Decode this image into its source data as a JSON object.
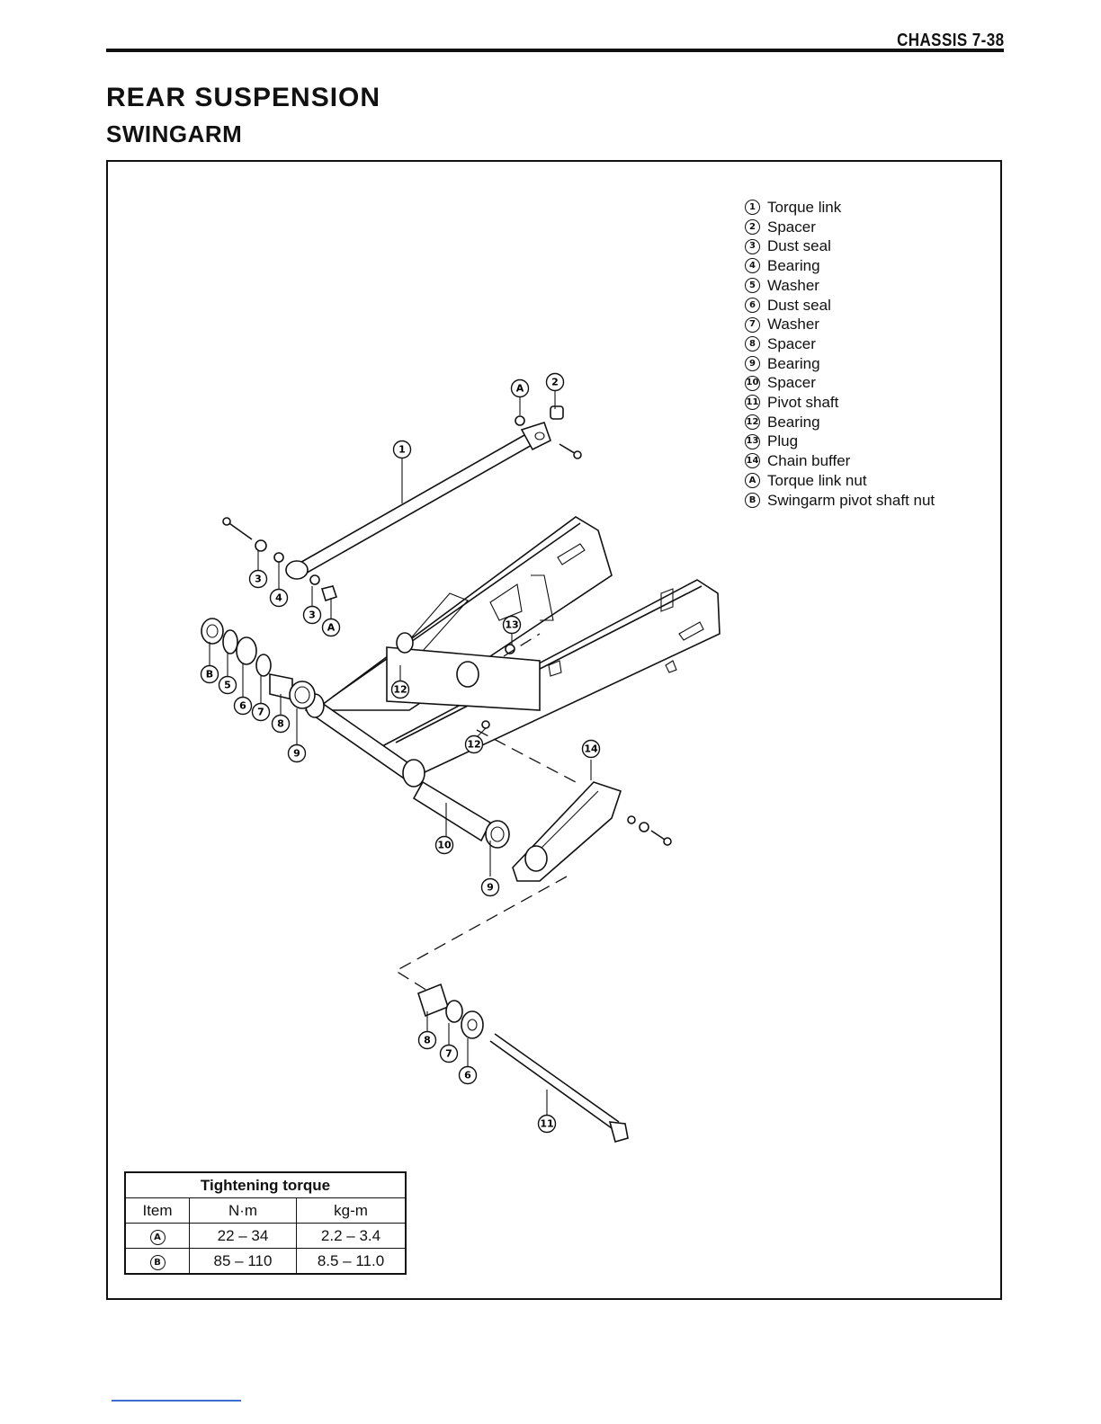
{
  "header": {
    "page_label": "CHASSIS 7-38"
  },
  "section_title": "REAR SUSPENSION",
  "subsection_title": "SWINGARM",
  "legend": [
    {
      "mark": "1",
      "label": "Torque link"
    },
    {
      "mark": "2",
      "label": "Spacer"
    },
    {
      "mark": "3",
      "label": "Dust seal"
    },
    {
      "mark": "4",
      "label": "Bearing"
    },
    {
      "mark": "5",
      "label": "Washer"
    },
    {
      "mark": "6",
      "label": "Dust seal"
    },
    {
      "mark": "7",
      "label": "Washer"
    },
    {
      "mark": "8",
      "label": "Spacer"
    },
    {
      "mark": "9",
      "label": "Bearing"
    },
    {
      "mark": "10",
      "label": "Spacer"
    },
    {
      "mark": "11",
      "label": "Pivot shaft"
    },
    {
      "mark": "12",
      "label": "Bearing"
    },
    {
      "mark": "13",
      "label": "Plug"
    },
    {
      "mark": "14",
      "label": "Chain buffer"
    },
    {
      "mark": "A",
      "label": "Torque link nut"
    },
    {
      "mark": "B",
      "label": "Swingarm pivot shaft nut"
    }
  ],
  "callouts": {
    "c1": "1",
    "c2": "2",
    "cA1": "A",
    "c3a": "3",
    "c4": "4",
    "c3b": "3",
    "cA2": "A",
    "cB": "B",
    "c5": "5",
    "c6a": "6",
    "c7a": "7",
    "c8a": "8",
    "c9a": "9",
    "c13": "13",
    "c12a": "12",
    "c12b": "12",
    "c14": "14",
    "c10": "10",
    "c9b": "9",
    "c8b": "8",
    "c7b": "7",
    "c6b": "6",
    "c11": "11"
  },
  "torque_table": {
    "title": "Tightening torque",
    "headers": [
      "Item",
      "N·m",
      "kg-m"
    ],
    "rows": [
      {
        "item": "A",
        "nm": "22 – 34",
        "kgm": "2.2 – 3.4"
      },
      {
        "item": "B",
        "nm": "85 – 110",
        "kgm": "8.5 – 11.0"
      }
    ]
  }
}
